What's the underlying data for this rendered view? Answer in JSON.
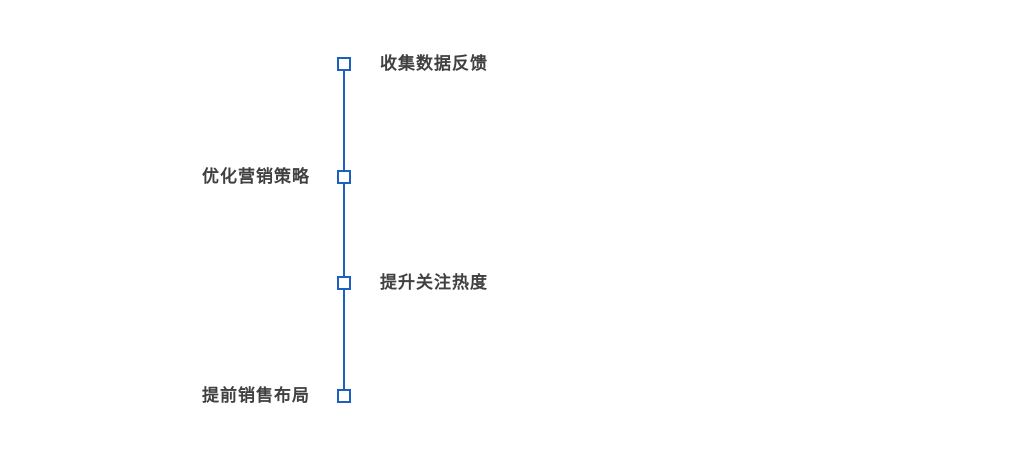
{
  "diagram": {
    "type": "vertical-timeline",
    "accent_color": "#1f5fc0",
    "text_color": "#404040",
    "items": [
      {
        "label": "收集数据反馈",
        "side": "right"
      },
      {
        "label": "优化营销策略",
        "side": "left"
      },
      {
        "label": "提升关注热度",
        "side": "right"
      },
      {
        "label": "提前销售布局",
        "side": "left"
      }
    ]
  }
}
